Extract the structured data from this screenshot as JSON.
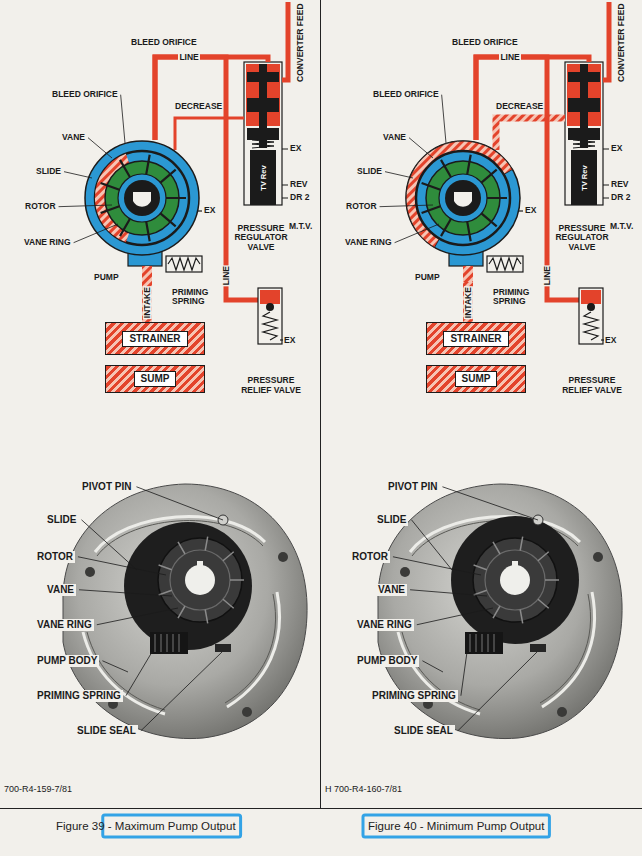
{
  "diagram": {
    "nodes": [
      {
        "text": [
          "PUMP"
        ]
      },
      {
        "text": [
          "PRESSURE REGULATOR VALVE"
        ]
      },
      {
        "text": [
          "STRAINER"
        ]
      },
      {
        "text": [
          "PRESSURE RELIEF VALVE"
        ]
      },
      {
        "text": [
          "SUMP"
        ]
      },
      {
        "text": [
          "PUMP"
        ]
      },
      {
        "text": [
          "PRESSURE REGULATOR VALVE"
        ]
      },
      {
        "text": [
          "STRAINER"
        ]
      },
      {
        "text": [
          "PRESSURE RELIEF VALVE"
        ]
      },
      {
        "text": [
          "SUMP"
        ]
      }
    ],
    "edges": [
      {
        "from": 0,
        "to": 1,
        "label": "LINE",
        "arrow": "none"
      },
      {
        "from": 0,
        "to": 3,
        "label": "LINE",
        "arrow": "none"
      },
      {
        "from": 2,
        "to": 0,
        "label": "INTAKE",
        "arrow": "none"
      },
      {
        "from": 5,
        "to": 6,
        "label": "LINE",
        "arrow": "none"
      },
      {
        "from": 5,
        "to": 8,
        "label": "LINE",
        "arrow": "none"
      },
      {
        "from": 7,
        "to": 5,
        "label": "INTAKE",
        "arrow": "none"
      }
    ],
    "labels": [
      "BLEED ORIFICE",
      "CONVERTER FEED",
      "BLEED ORIFICE",
      "DECREASE",
      "VANE",
      "SLIDE",
      "ROTOR",
      "VANE RING",
      "EX",
      "EX",
      "TV Rev",
      "REV",
      "DR 2",
      "M.T.V.",
      "PRIMING SPRING",
      "EX",
      "PIVOT PIN",
      "SLIDE",
      "ROTOR",
      "VANE",
      "VANE RING",
      "PUMP BODY",
      "PRIMING SPRING",
      "SLIDE SEAL",
      "700-R4-159-7/81",
      "Figure 39 - Maximum Pump Output",
      "BLEED ORIFICE",
      "CONVERTER FEED",
      "BLEED ORIFICE",
      "DECREASE",
      "VANE",
      "SLIDE",
      "ROTOR",
      "VANE RING",
      "EX",
      "EX",
      "TV Rev",
      "REV",
      "DR 2",
      "M.T.V.",
      "PRIMING SPRING",
      "EX",
      "PIVOT PIN",
      "SLIDE",
      "ROTOR",
      "VANE",
      "VANE RING",
      "PUMP BODY",
      "PRIMING SPRING",
      "SLIDE SEAL",
      "H 700-R4-160-7/81",
      "Figure 40 - Minimum Pump Output"
    ]
  }
}
